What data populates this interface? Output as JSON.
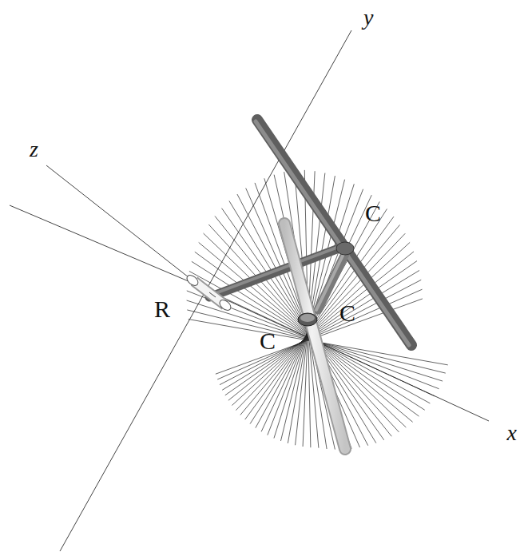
{
  "diagram": {
    "labels": [
      "y",
      "z",
      "C",
      "R",
      "C",
      "C",
      "x"
    ]
  }
}
